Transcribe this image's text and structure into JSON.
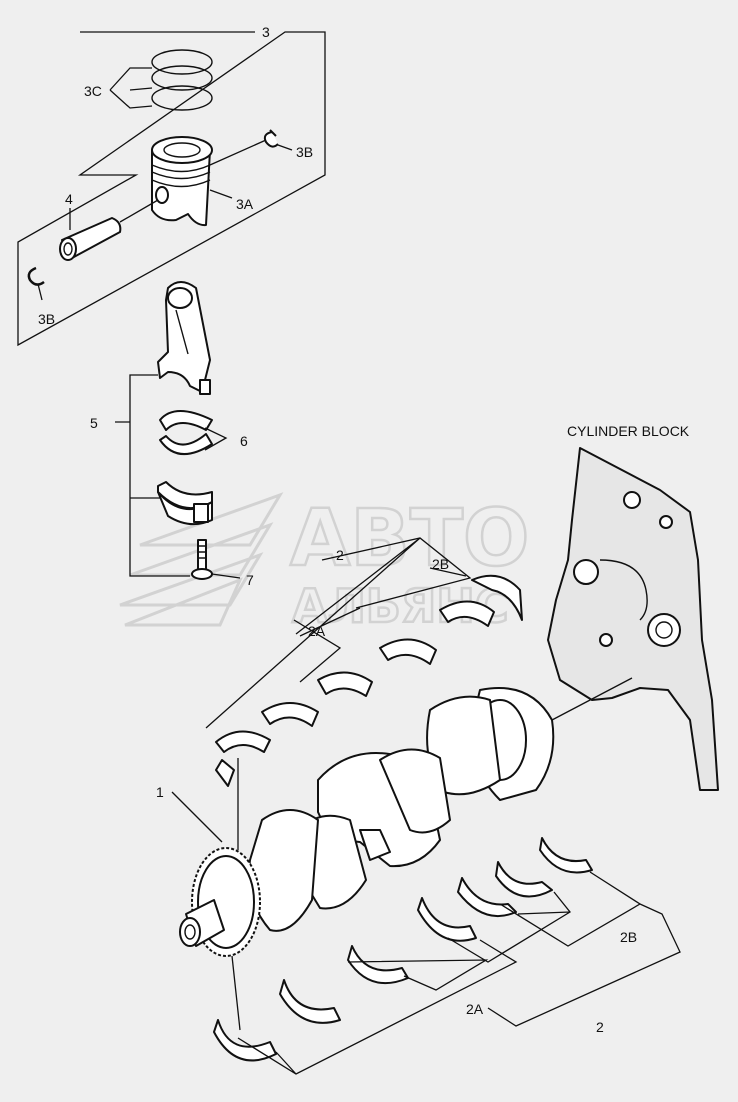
{
  "labels": {
    "l3": "3",
    "l3c": "3C",
    "l3b_top": "3B",
    "l3a": "3A",
    "l4": "4",
    "l3b_left": "3B",
    "l5": "5",
    "l6": "6",
    "l7": "7",
    "cylinder_block": "CYLINDER BLOCK",
    "l2_upper": "2",
    "l2b_upper": "2B",
    "l2a_upper": "2A",
    "l1": "1",
    "l2b_lower": "2B",
    "l2a_lower": "2A",
    "l2_lower": "2"
  },
  "watermark": {
    "line1": "АВТО",
    "line2": "АЛЬЯНС"
  },
  "colors": {
    "background": "#efefef",
    "ink": "#111111",
    "watermark": "#d2d2d2"
  }
}
